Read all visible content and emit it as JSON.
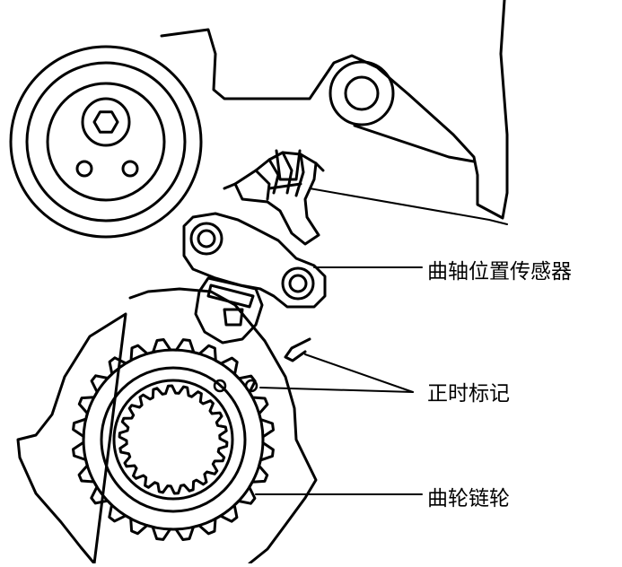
{
  "labels": {
    "crank_position_sensor": "曲轴位置传感器",
    "timing_mark": "正时标记",
    "crank_sprocket": "曲轮链轮"
  },
  "colors": {
    "line": "#000000",
    "background": "#ffffff"
  }
}
